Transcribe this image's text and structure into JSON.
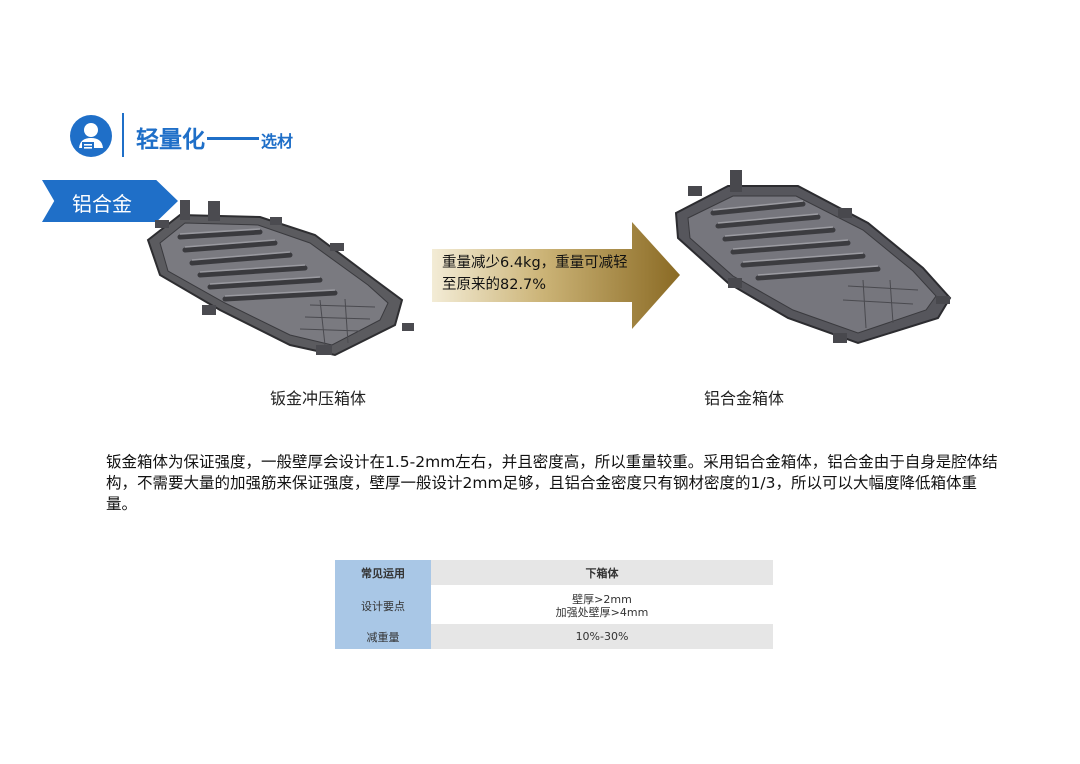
{
  "header": {
    "title_main": "轻量化",
    "title_sub": "选材"
  },
  "tag": {
    "label": "铝合金"
  },
  "arrow": {
    "text": "重量减少6.4kg，重量可减轻至原来的82.7%"
  },
  "captions": {
    "left": "钣金冲压箱体",
    "right": "铝合金箱体"
  },
  "description": "钣金箱体为保证强度，一般壁厚会设计在1.5-2mm左右，并且密度高，所以重量较重。采用铝合金箱体，铝合金由于自身是腔体结构，不需要大量的加强筋来保证强度，壁厚一般设计2mm足够，且铝合金密度只有钢材密度的1/3，所以可以大幅度降低箱体重量。",
  "table": {
    "header": [
      "常见运用",
      "下箱体"
    ],
    "rows": [
      {
        "label": "设计要点",
        "value_line1": "壁厚>2mm",
        "value_line2": "加强处壁厚>4mm"
      },
      {
        "label": "减重量",
        "value_line1": "10%-30%"
      }
    ]
  },
  "colors": {
    "accent": "#1f6fc8",
    "arrow_gold": "#a88a3a",
    "table_label_bg": "#a9c7e6",
    "table_cell_bg": "#e6e6e6"
  }
}
